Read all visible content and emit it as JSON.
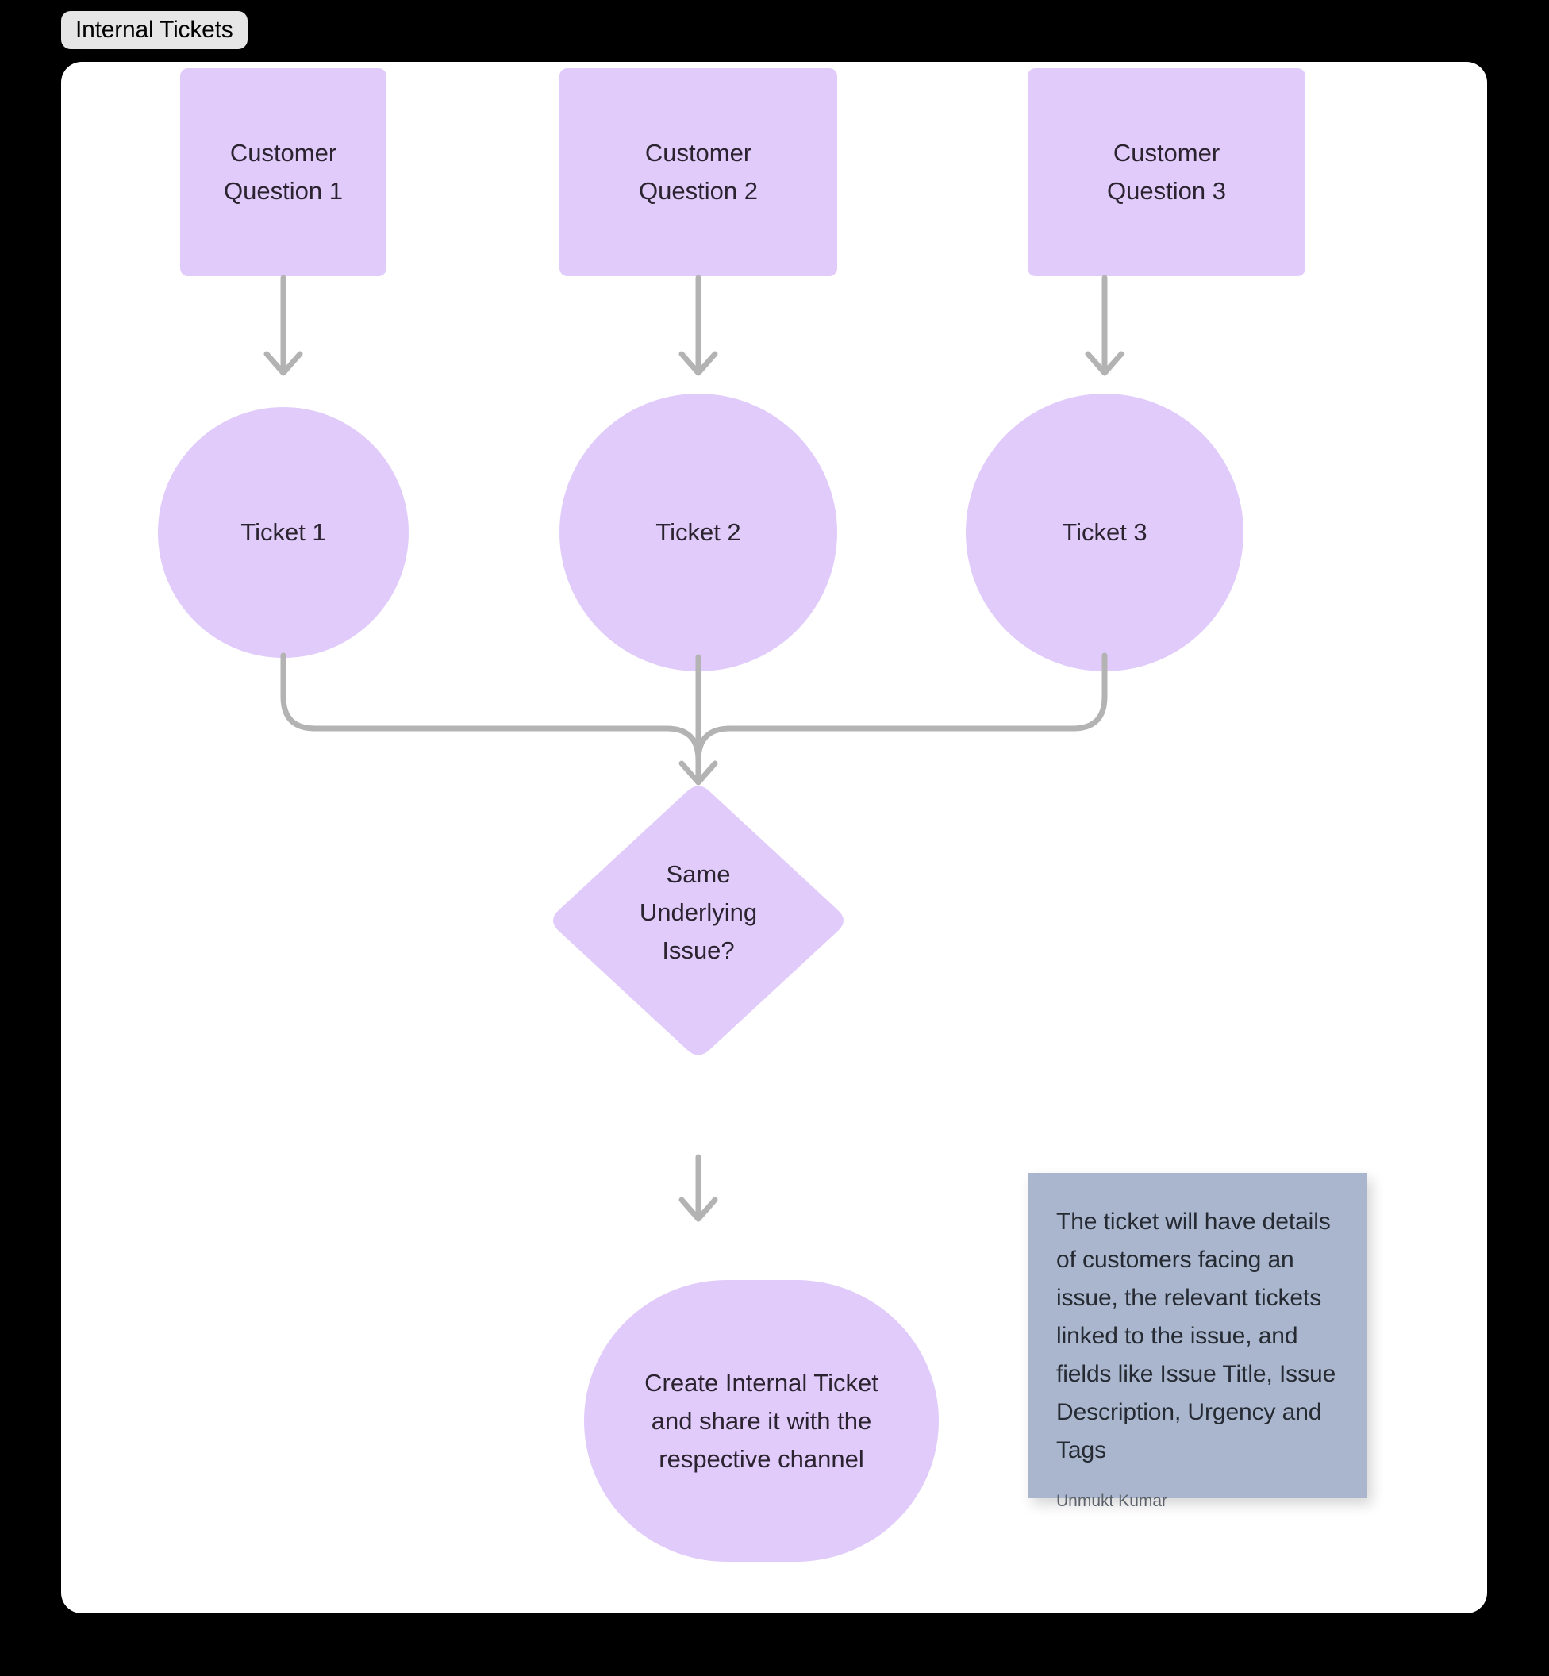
{
  "board": {
    "title": "Internal Tickets",
    "background_color": "#000000",
    "canvas_color": "#ffffff",
    "title_pill_color": "#e6e6e6"
  },
  "theme": {
    "node_fill": "#e0cbfa",
    "node_text": "#2b2430",
    "connector_color": "#b3b3b3",
    "note_fill": "#a9b6cd",
    "note_text": "#262b33",
    "note_author_text": "#5c626c"
  },
  "nodes": {
    "questions": [
      {
        "id": "q1",
        "shape": "rounded-rect",
        "lines": [
          "Customer",
          "Question 1"
        ]
      },
      {
        "id": "q2",
        "shape": "rounded-rect",
        "lines": [
          "Customer",
          "Question 2"
        ]
      },
      {
        "id": "q3",
        "shape": "rounded-rect",
        "lines": [
          "Customer",
          "Question 3"
        ]
      }
    ],
    "tickets": [
      {
        "id": "t1",
        "shape": "circle",
        "lines": [
          "Ticket 1"
        ]
      },
      {
        "id": "t2",
        "shape": "circle",
        "lines": [
          "Ticket 2"
        ]
      },
      {
        "id": "t3",
        "shape": "circle",
        "lines": [
          "Ticket 3"
        ]
      }
    ],
    "decision": {
      "id": "d1",
      "shape": "diamond",
      "lines": [
        "Same",
        "Underlying",
        "Issue?"
      ]
    },
    "action": {
      "id": "a1",
      "shape": "oval",
      "lines": [
        "Create Internal Ticket",
        "and share it with the",
        "respective channel"
      ]
    }
  },
  "note": {
    "body": "The ticket will have details of customers facing an issue, the relevant tickets linked to the issue, and fields like Issue Title, Issue Description, Urgency and Tags",
    "author": "Unmukt Kumar"
  }
}
